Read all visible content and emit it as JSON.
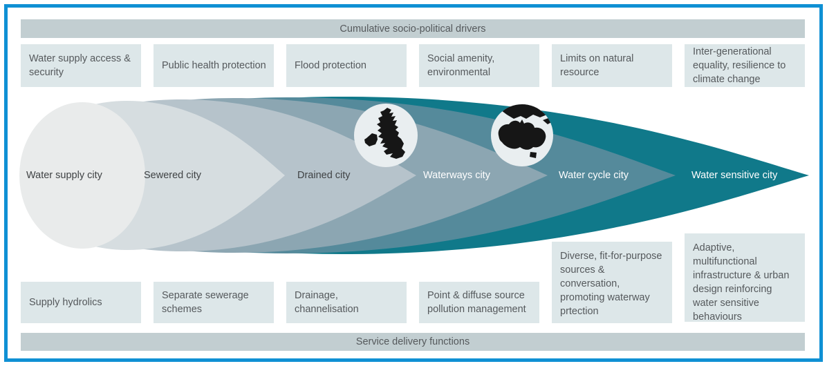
{
  "frame": {
    "border_color": "#0f90d4",
    "background": "#ffffff"
  },
  "top_bar": {
    "label": "Cumulative socio-political drivers",
    "bg": "#c2ced1"
  },
  "bottom_bar": {
    "label": "Service delivery functions",
    "bg": "#c2ced1"
  },
  "box_bg": "#dde7e9",
  "text_color": "#55595c",
  "drivers": [
    "Water supply access & security",
    "Public health protection",
    "Flood protection",
    "Social amenity, environmental",
    "Limits on natural resource",
    "Inter-generational equality, resilience to climate change"
  ],
  "cities": [
    {
      "label": "Water supply city",
      "color": "#e9ebeb",
      "text_color": "#3f4244"
    },
    {
      "label": "Sewered city",
      "color": "#d6dde0",
      "text_color": "#3f4244"
    },
    {
      "label": "Drained city",
      "color": "#b6c3cb",
      "text_color": "#3f4244"
    },
    {
      "label": "Waterways city",
      "color": "#8ca6b2",
      "text_color": "#ffffff"
    },
    {
      "label": "Water cycle city",
      "color": "#558a9b",
      "text_color": "#ffffff"
    },
    {
      "label": "Water sensitive city",
      "color": "#10798a",
      "text_color": "#ffffff"
    }
  ],
  "functions": [
    "Supply hydrolics",
    "Separate sewerage schemes",
    "Drainage, channelisation",
    "Point & diffuse source pollution management",
    "Diverse, fit-for-purpose sources & conversation, promoting waterway prtection",
    "Adaptive, multifunctional infrastructure & urban design reinforcing water sensitive behaviours"
  ],
  "globes": {
    "bg": "#e9eef0",
    "land": "#161616",
    "uk_icon": "united-kingdom-ireland-map",
    "australia_icon": "australia-map"
  }
}
